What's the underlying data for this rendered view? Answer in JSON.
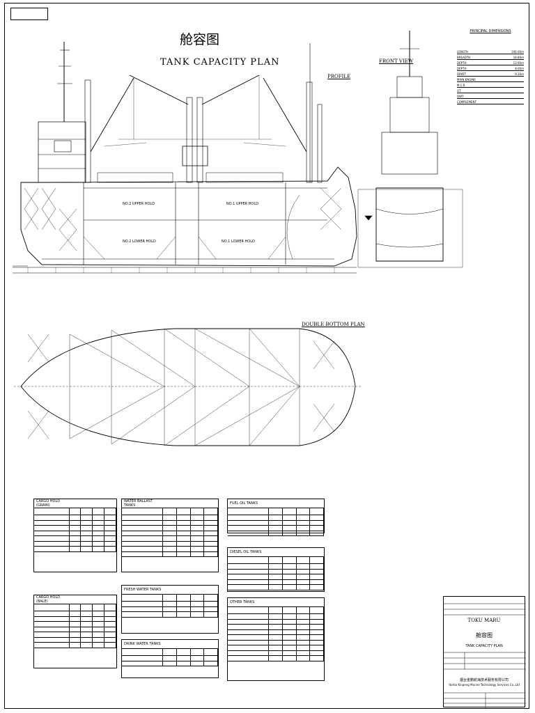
{
  "titles": {
    "cn": "舱容图",
    "en": "TANK CAPACITY PLAN",
    "profile": "PROFILE",
    "front_view": "FRONT VIEW",
    "double_bottom": "DOUBLE BOTTOM PLAN"
  },
  "holds": {
    "upper2": "NO.2 UPPER HOLD",
    "upper1": "NO.1 UPPER HOLD",
    "lower2": "NO.2 LOWER HOLD",
    "lower1": "NO.1 LOWER HOLD"
  },
  "principal": {
    "title": "PRINCIPAL DIMENSIONS",
    "rows": [
      {
        "k": "LENGTH",
        "v": "106.00m"
      },
      {
        "k": "BREADTH",
        "v": "18.80m"
      },
      {
        "k": "DEPTH",
        "v": "13.90m"
      },
      {
        "k": "DEPTH",
        "v": "8.00m"
      },
      {
        "k": "DRAFT",
        "v": "9.30m"
      },
      {
        "k": "MAIN ENGINE",
        "v": ""
      },
      {
        "k": "M.C.R",
        "v": ""
      },
      {
        "k": "GT",
        "v": ""
      },
      {
        "k": "DWT",
        "v": ""
      },
      {
        "k": "COMPLEMENT",
        "v": ""
      }
    ]
  },
  "tables": [
    {
      "name": "CARGO HOLD (GRAIN)",
      "rows": 7
    },
    {
      "name": "CARGO HOLD (BALE)",
      "rows": 7
    },
    {
      "name": "WATER BALLAST TANKS",
      "rows": 8
    },
    {
      "name": "FRESH WATER TANKS",
      "rows": 3
    },
    {
      "name": "DRINK WATER TANKS",
      "rows": 2
    },
    {
      "name": "FUEL OIL TANKS",
      "rows": 4
    },
    {
      "name": "DIESEL OIL TANKS",
      "rows": 5
    },
    {
      "name": "OTHER TANKS",
      "rows": 9
    }
  ],
  "title_block": {
    "ship": "TOKU MARU",
    "drawing_cn": "舱容图",
    "drawing_en": "TANK CAPACITY PLAN",
    "company_cn": "烟台金鹏航海技术服务有限公司",
    "company_en": "Yantai Kinpeng Marine Technology Services Co.,Ltd"
  }
}
